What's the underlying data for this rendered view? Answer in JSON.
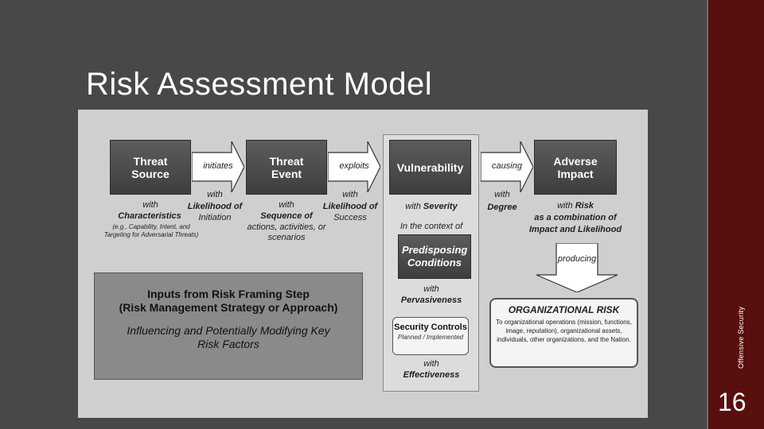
{
  "slide": {
    "title": "Risk Assessment Model",
    "footer": "Offensive Security",
    "page_number": "16"
  },
  "diagram": {
    "boxes": {
      "threat_source": "Threat Source",
      "threat_event": "Threat Event",
      "vulnerability": "Vulnerability",
      "adverse_impact": "Adverse Impact",
      "predisposing": "Predisposing Conditions"
    },
    "arrows": {
      "initiates": "initiates",
      "exploits": "exploits",
      "causing": "causing",
      "producing": "producing"
    },
    "labels": {
      "ts_with": "with",
      "ts_char": "Characteristics",
      "ts_char_detail": "(e.g., Capability, Intent, and Targeting for Adversarial Threats)",
      "initiation_with": "with",
      "initiation_likelihood": "Likelihood of",
      "initiation_word": "Initiation",
      "te_with": "with",
      "te_sequence": "Sequence of",
      "te_sequence_rest": "actions, activities, or scenarios",
      "success_with": "with",
      "success_likelihood": "Likelihood of",
      "success_word": "Success",
      "vuln_with": "with",
      "vuln_severity": "Severity",
      "vuln_context": "In the context of",
      "pred_with": "with",
      "pred_pervasiveness": "Pervasiveness",
      "sec_with": "with",
      "sec_effectiveness": "Effectiveness",
      "causing_with": "with",
      "causing_degree": "Degree",
      "impact_with": "with",
      "impact_risk": "Risk",
      "impact_combination": "as a combination of",
      "impact_il": "Impact and Likelihood"
    },
    "inputs": {
      "title_line1": "Inputs from Risk Framing Step",
      "title_line2": "(Risk Management Strategy or Approach)",
      "subtitle": "Influencing and Potentially Modifying Key Risk Factors"
    },
    "security_controls": {
      "title": "Security Controls",
      "subtitle": "Planned / Implemented"
    },
    "org_risk": {
      "title": "ORGANIZATIONAL RISK",
      "description": "To organizational operations (mission, functions, image, reputation), organizational assets, individuals, other organizations, and the Nation."
    }
  }
}
